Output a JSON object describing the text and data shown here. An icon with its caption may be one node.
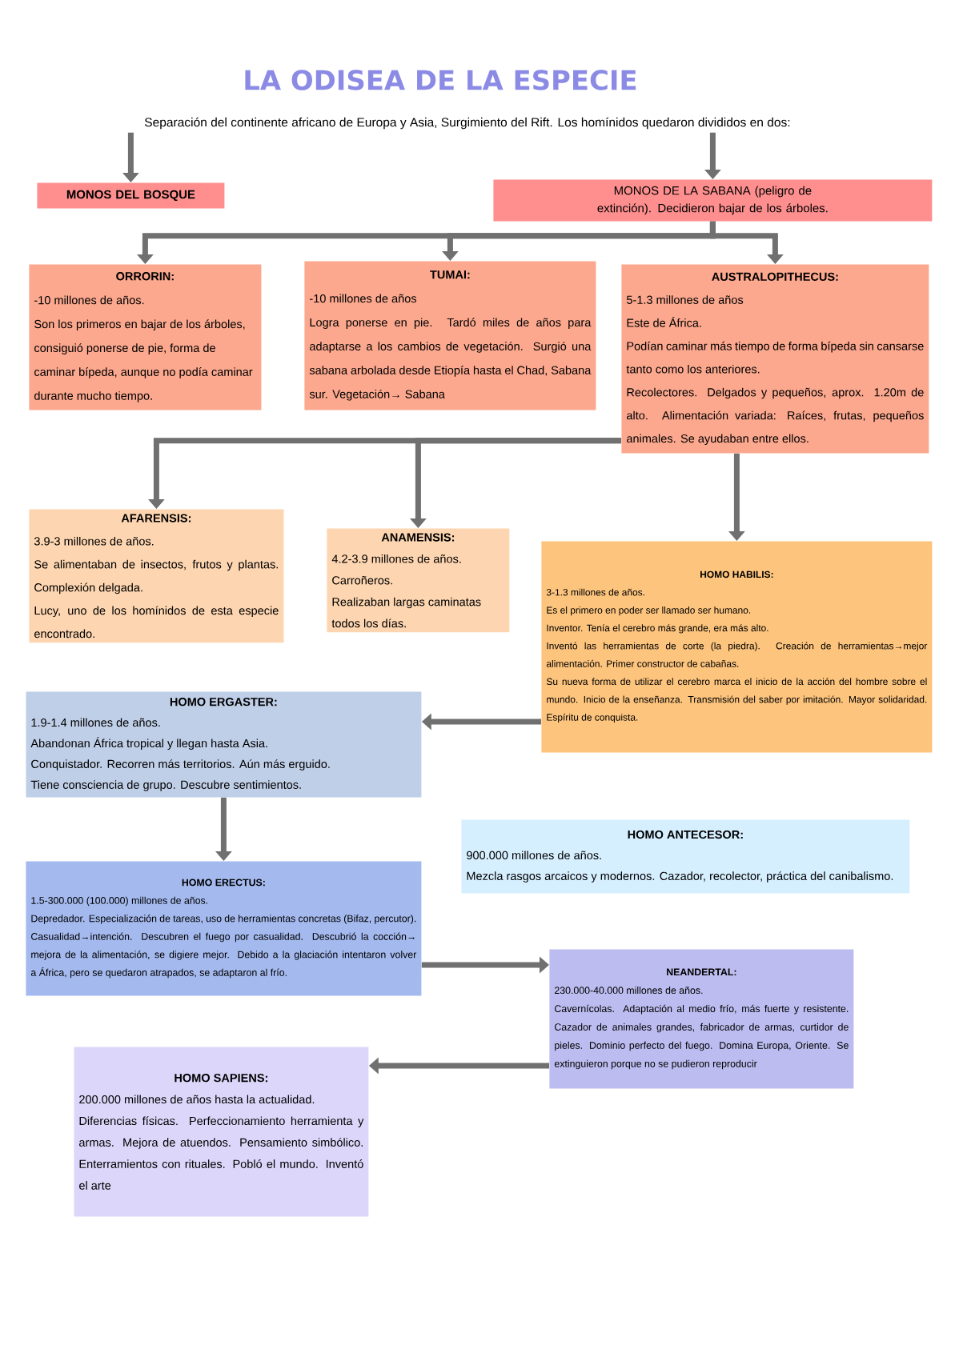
{
  "diagram": {
    "title": "LA ODISEA DE LA ESPECIE",
    "nodes": [
      {
        "text": [
          "Separación del continente africano de Europa y Asia, Surgimiento del Rift. Los homínidos quedaron divididos en dos:"
        ]
      },
      {
        "text": [
          "MONOS DEL BOSQUE"
        ]
      },
      {
        "text": [
          "MONOS DE LA SABANA (peligro de extinción). Decidieron bajar de los árboles."
        ]
      },
      {
        "text": [
          "ORRORIN:",
          "-10 millones de años.",
          "Son los primeros en bajar de los árboles, consiguió ponerse de pie, forma de caminar bípeda, aunque no podía caminar durante mucho tiempo."
        ]
      },
      {
        "text": [
          "TUMAI:",
          "-10 millones de años",
          "Logra ponerse en pie. Tardó miles de años para adaptarse a los cambios de vegetación. Surgió una sabana arbolada desde Etiopía hasta el Chad, Sabana sur. Vegetación→ Sabana"
        ]
      },
      {
        "text": [
          "AUSTRALOPITHECUS:",
          "5-1.3 millones de años",
          "Este de África.",
          "Podían caminar más tiempo de forma bípeda sin cansarse tanto como los anteriores.",
          "Recolectores. Delgados y pequeños, aprox. 1.20m de alto. Alimentación variada: Raíces, frutas, pequeños animales. Se ayudaban entre ellos."
        ]
      },
      {
        "text": [
          "AFARENSIS:",
          "3.9-3 millones de años.",
          "Se alimentaban de insectos, frutos y plantas. Complexión delgada.",
          "Lucy, uno de los homínidos de esta especie encontrado."
        ]
      },
      {
        "text": [
          "ANAMENSIS:",
          "4.2-3.9 millones de años.",
          "Carroñeros.",
          "Realizaban largas caminatas todos los días."
        ]
      },
      {
        "text": [
          "HOMO HABILIS:",
          "3-1.3 millones de años.",
          "Es el primero en poder ser llamado ser humano.",
          "Inventor. Tenía el cerebro más grande, era más alto.",
          "Inventó las herramientas de corte (la piedra). Creación de herramientas→mejor alimentación. Primer constructor de cabañas.",
          "Su nueva forma de utilizar el cerebro marca el inicio de la acción del hombre sobre el mundo. Inicio de la enseñanza. Transmisión del saber por imitación. Mayor solidaridad. Espíritu de conquista."
        ]
      },
      {
        "text": [
          "HOMO ERGASTER:",
          "1.9-1.4 millones de años.",
          "Abandonan África tropical y llegan hasta Asia.",
          "Conquistador. Recorren más territorios. Aún más erguido.",
          "Tiene consciencia de grupo. Descubre sentimientos."
        ]
      },
      {
        "text": [
          "HOMO ANTECESOR:",
          "900.000 millones de años.",
          "Mezcla rasgos arcaicos y modernos. Cazador, recolector, práctica del canibalismo."
        ]
      },
      {
        "text": [
          "HOMO ERECTUS:",
          "1.5-300.000 (100.000) millones de años.",
          "Depredador. Especialización de tareas, uso de herramientas concretas (Bifaz, percutor). Casualidad→intención. Descubren el fuego por casualidad. Descubrió la cocción→ mejora de la alimentación, se digiere mejor. Debido a la glaciación intentaron volver a África, pero se quedaron atrapados, se adaptaron al frío."
        ]
      },
      {
        "text": [
          "NEANDERTAL:",
          "230.000-40.000 millones de años.",
          "Cavernícolas. Adaptación al medio frío, más fuerte y resistente. Cazador de animales grandes, fabricador de armas, curtidor de pieles. Dominio perfecto del fuego. Domina Europa, Oriente. Se extinguieron porque no se pudieron reproducir"
        ]
      },
      {
        "text": [
          "HOMO SAPIENS:",
          "200.000 millones de años hasta la actualidad.",
          "Diferencias físicas. Perfeccionamiento herramienta y armas. Mejora de atuendos. Pensamiento simbólico. Enterramientos con rituales. Pobló el mundo. Inventó el arte"
        ]
      }
    ],
    "edges": [
      {
        "from": 0,
        "to": 1,
        "arrow": "to"
      },
      {
        "from": 0,
        "to": 2,
        "arrow": "to"
      },
      {
        "from": 2,
        "to": 3,
        "arrow": "to"
      },
      {
        "from": 2,
        "to": 4,
        "arrow": "to"
      },
      {
        "from": 2,
        "to": 5,
        "arrow": "to"
      },
      {
        "from": 5,
        "to": 6,
        "arrow": "to"
      },
      {
        "from": 5,
        "to": 7,
        "arrow": "to"
      },
      {
        "from": 5,
        "to": 8,
        "arrow": "to"
      },
      {
        "from": 8,
        "to": 9,
        "arrow": "to"
      },
      {
        "from": 9,
        "to": 11,
        "arrow": "to"
      },
      {
        "from": 11,
        "to": 12,
        "arrow": "to"
      },
      {
        "from": 12,
        "to": 13,
        "arrow": "to"
      }
    ]
  }
}
